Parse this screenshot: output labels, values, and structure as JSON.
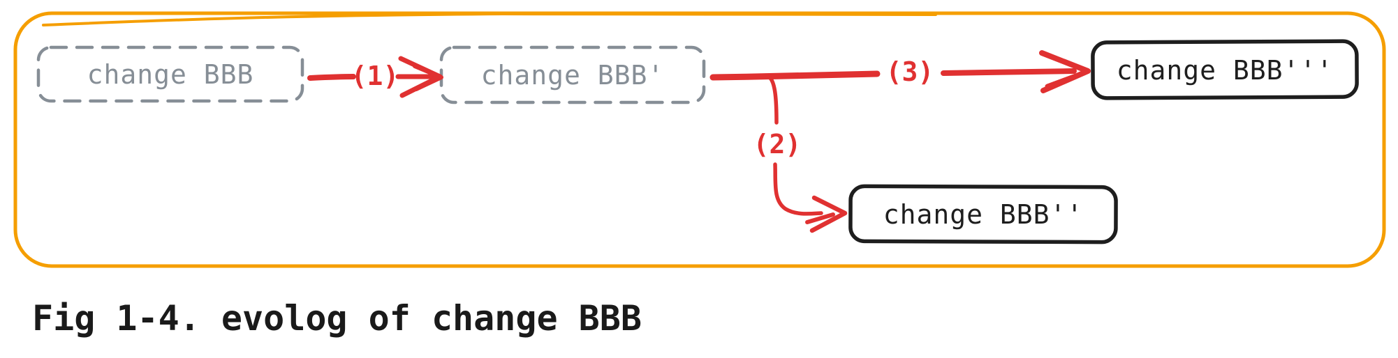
{
  "figure": {
    "caption": "Fig 1-4. evolog of change BBB"
  },
  "diagram": {
    "nodes": [
      {
        "id": "change-bbb",
        "label": "change BBB",
        "style": "dashed-gray"
      },
      {
        "id": "change-bbb-prime",
        "label": "change BBB'",
        "style": "dashed-gray"
      },
      {
        "id": "change-bbb-double-prime",
        "label": "change BBB''",
        "style": "solid-black"
      },
      {
        "id": "change-bbb-triple-prime",
        "label": "change BBB'''",
        "style": "solid-black"
      }
    ],
    "edges": [
      {
        "label": "(1)",
        "from": "change BBB",
        "to": "change BBB'"
      },
      {
        "label": "(2)",
        "from": "change BBB'",
        "to": "change BBB''"
      },
      {
        "label": "(3)",
        "from": "change BBB'",
        "to": "change BBB'''"
      }
    ],
    "colors": {
      "arrow_red": "#e03131",
      "dashed_box_gray": "#868e96",
      "solid_box_black": "#1e1e1e",
      "frame_orange": "#f59e00",
      "caption_black": "#1a1a1a"
    }
  }
}
